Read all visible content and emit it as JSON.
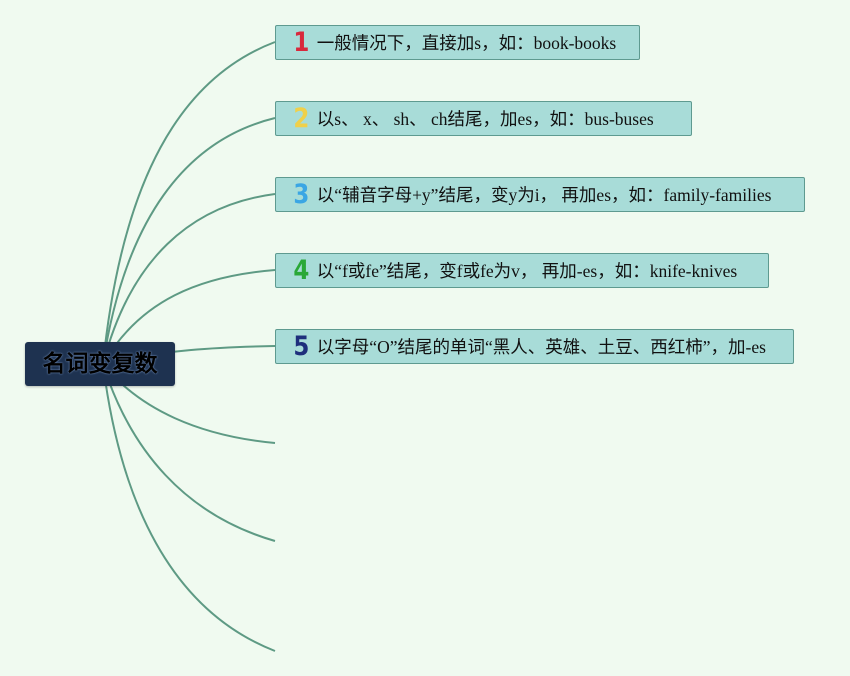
{
  "root": {
    "label": "名词变复数"
  },
  "rules": [
    {
      "number": "1",
      "color": "#d8283c",
      "text": "一般情况下，直接加s，如：book-books"
    },
    {
      "number": "2",
      "color": "#f0d04a",
      "text": "以s、 x、 sh、 ch结尾，加es，如：bus-buses"
    },
    {
      "number": "3",
      "color": "#3aa6e4",
      "text": "以“辅音字母+y”结尾，变y为i， 再加es，如：family-families"
    },
    {
      "number": "4",
      "color": "#2aa838",
      "text": "以“f或fe”结尾，变f或fe为v， 再加-es，如：knife-knives"
    },
    {
      "number": "5",
      "color": "#1e2f7c",
      "text": "以字母“O”结尾的单词“黑人、英雄、土豆、西红柿”，加-es"
    }
  ],
  "colors": {
    "line": "#5e9a84",
    "root_bg": "#1e3250",
    "node_bg": "#a8dcd8",
    "node_border": "#5e9a90"
  }
}
